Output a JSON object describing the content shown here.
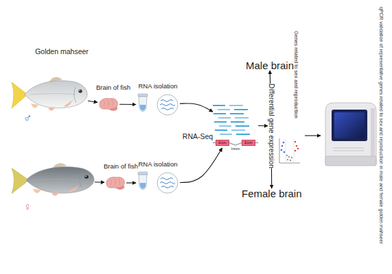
{
  "diagram": {
    "nodes": [
      {
        "text": [
          "Golden mahseer",
          "♂"
        ]
      },
      {
        "text": [
          "Brain of fish"
        ]
      },
      {
        "text": [
          "RNA isolation"
        ]
      },
      {
        "text": [
          "♀"
        ]
      },
      {
        "text": [
          "Brain of fish"
        ]
      },
      {
        "text": [
          "RNA isolation"
        ]
      },
      {
        "text": [
          "RNA-Seq"
        ]
      },
      {
        "text": [
          "Exon"
        ],
        "in": 6
      },
      {
        "text": [
          "Exon"
        ],
        "in": 6
      },
      {
        "text": [
          "Differential gene expression"
        ]
      },
      {
        "text": [
          "Male brain"
        ]
      },
      {
        "text": [
          "Female brain"
        ]
      }
    ],
    "edges": [
      {
        "from": 0,
        "to": 1,
        "arrow": "to"
      },
      {
        "from": 1,
        "to": 2,
        "arrow": "to"
      },
      {
        "from": 3,
        "to": 4,
        "arrow": "to"
      },
      {
        "from": 4,
        "to": 5,
        "arrow": "to"
      },
      {
        "from": 2,
        "to": 6,
        "arrow": "to"
      },
      {
        "from": 5,
        "to": 6,
        "arrow": "to"
      },
      {
        "from": 6,
        "to": 9,
        "arrow": "to"
      },
      {
        "from": 9,
        "to": 10,
        "arrow": "to"
      },
      {
        "from": 9,
        "to": 11,
        "arrow": "to"
      }
    ],
    "labels": [
      "Intron",
      "Genes related to sex and reproduction",
      "qPCR validation of representative genes related to sex and reproduction in male and female golden mahseer"
    ]
  }
}
